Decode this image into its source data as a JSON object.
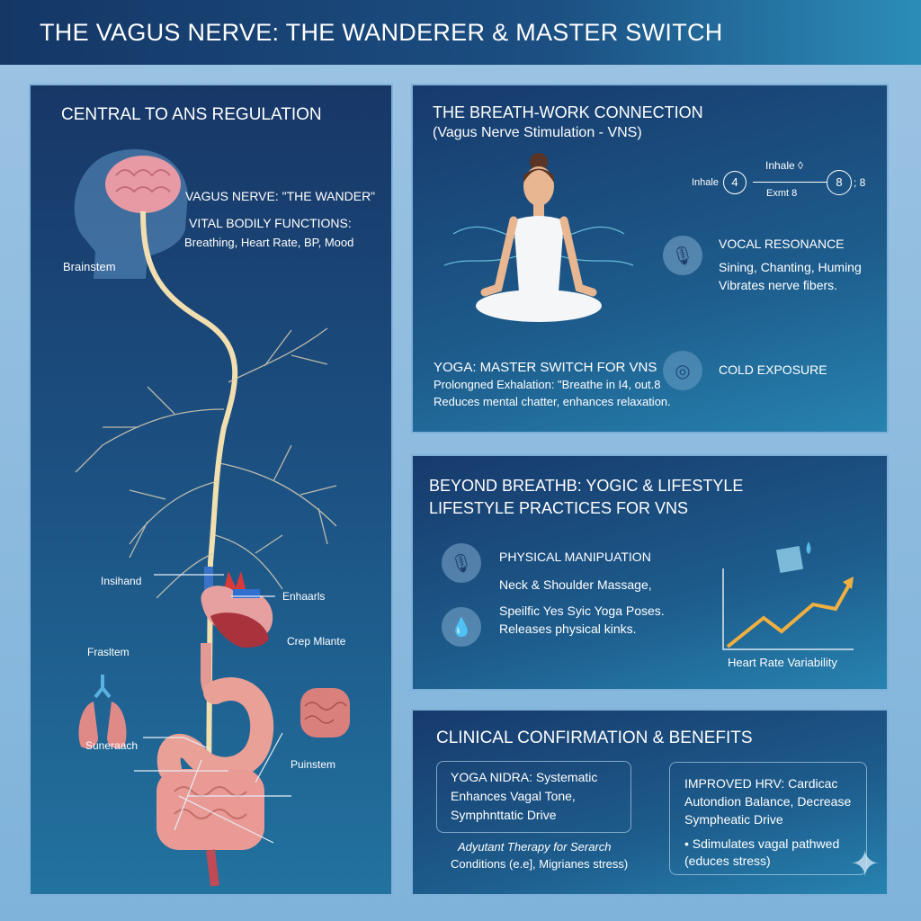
{
  "header": {
    "title": "THE VAGUS NERVE: THE WANDERER & MASTER SWITCH"
  },
  "left": {
    "title": "CENTRAL TO ANS REGULATION",
    "vagus_label": "VAGUS NERVE: \"THE WANDER\"",
    "functions_title": "VITAL BODILY FUNCTIONS:",
    "functions_list": "Breathing, Heart Rate, BP, Mood",
    "brainstem": "Brainstem",
    "labels": [
      "Insihand",
      "Enhaarls",
      "Frasltem",
      "Crep Mlante",
      "Suneraach",
      "Puinstem"
    ]
  },
  "breath": {
    "title": "THE BREATH-WORK CONNECTION",
    "subtitle": "(Vagus Nerve Stimulation - VNS)",
    "inhale_left": "Inhale",
    "inhale_count": "4",
    "inhale_top": "Inhale ◊",
    "exhale_label": "Exmt 8",
    "exhale_count": "8",
    "exhale_suffix": "; 8",
    "vocal_title": "VOCAL RESONANCE",
    "vocal_line1": "Sining, Chanting, Huming",
    "vocal_line2": "Vibrates nerve fibers.",
    "yoga_title": "YOGA: MASTER SWITCH FOR VNS",
    "yoga_line1": "Prolongned Exhalation: \"Breathe in I4, out.8",
    "yoga_line2": "Reduces mental chatter, enhances relaxation.",
    "cold_title": "COLD EXPOSURE"
  },
  "lifestyle": {
    "title_line1": "BEYOND BREATHB: YOGIC & LIFESTYLE",
    "title_line2": "LIFESTYLE PRACTICES FOR VNS",
    "physical_title": "PHYSICAL MANIPUATION",
    "line1": "Neck & Shoulder Massage,",
    "line2": "Speilfic Yes Syic Yoga Poses.",
    "line3": "Releases physical kinks.",
    "chart_caption": "Heart Rate Variability"
  },
  "clinical": {
    "title": "CLINICAL CONFIRMATION & BENEFITS",
    "box1": [
      "YOGA NIDRA: Systematic",
      "Enhances Vagal Tone,",
      "Symphnttatic Drive"
    ],
    "box1_note": [
      "Adyutant Therapy for Serarch",
      "Conditions (e.e], Migrianes stress)"
    ],
    "box2": [
      "IMPROVED HRV: Cardicac",
      "Autondion Balance, Decrease",
      "Sympheatic Drive"
    ],
    "box2_note": [
      "• Sdimulates vagal pathwed",
      "(educes stress)"
    ]
  },
  "colors": {
    "nerve": "#f1dfb0",
    "organ": "#e88e8a",
    "accent": "#f0b040"
  }
}
